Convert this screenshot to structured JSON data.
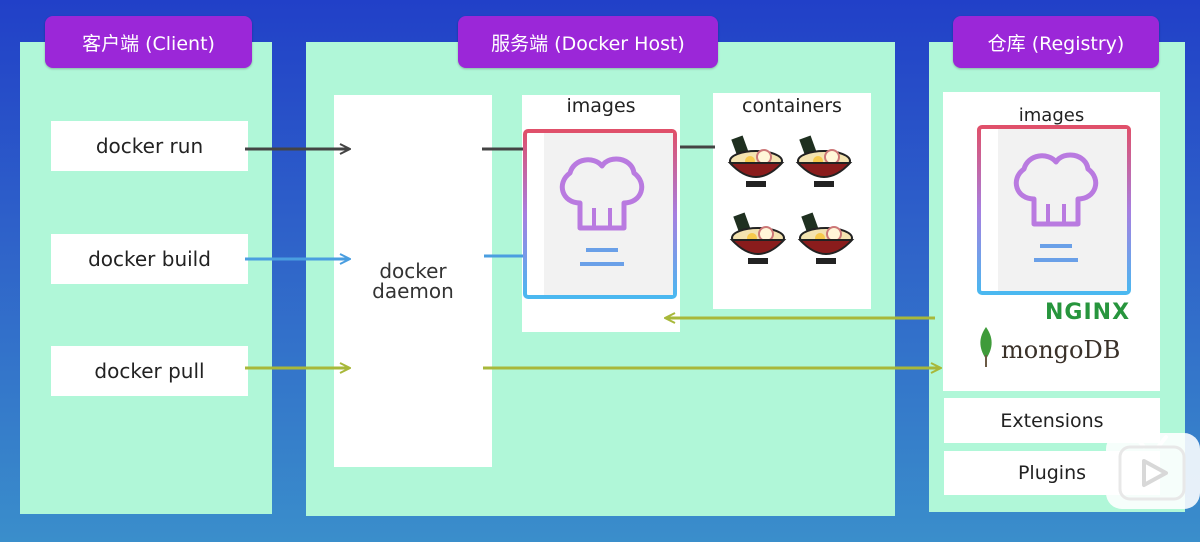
{
  "client": {
    "header": "客户端 (Client)",
    "commands": [
      "docker run",
      "docker build",
      "docker pull"
    ]
  },
  "host": {
    "header": "服务端 (Docker Host)",
    "daemon_label": "docker daemon",
    "images_label": "images",
    "containers_label": "containers"
  },
  "registry": {
    "header": "仓库 (Registry)",
    "images_label": "images",
    "nginx_logo_text": "NGINX",
    "mongodb_logo_text": "mongoDB",
    "extensions_label": "Extensions",
    "plugins_label": "Plugins"
  },
  "icons": [
    "recipe-book-icon",
    "ramen-bowl-icon",
    "play-button-icon"
  ],
  "colors": {
    "header_bg": "#9b27d8",
    "panel_bg": "#b0f7d8",
    "arrow_run": "#444444",
    "arrow_build": "#4a9ee0",
    "arrow_pull": "#a8b83a"
  }
}
